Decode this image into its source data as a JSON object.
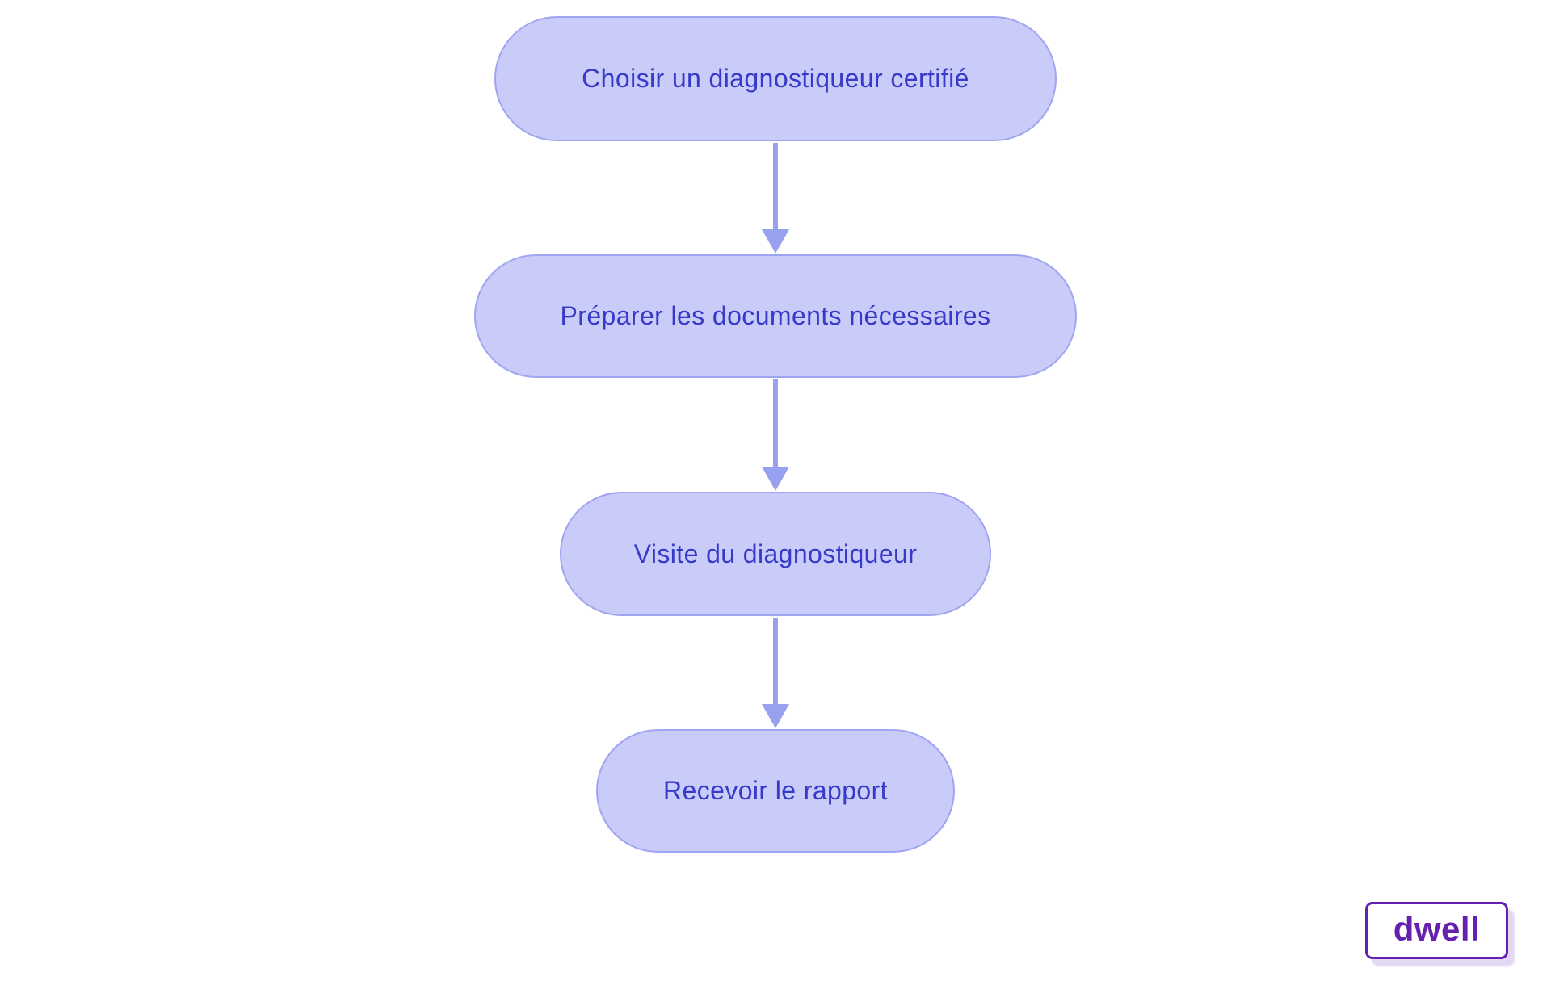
{
  "diagram": {
    "type": "flowchart",
    "direction": "top-down",
    "nodes": [
      {
        "id": "step-1",
        "shape": "pill",
        "label": "Choisir un diagnostiqueur certifié"
      },
      {
        "id": "step-2",
        "shape": "pill",
        "label": "Préparer les documents nécessaires"
      },
      {
        "id": "step-3",
        "shape": "pill",
        "label": "Visite du diagnostiqueur"
      },
      {
        "id": "step-4",
        "shape": "pill",
        "label": "Recevoir le rapport"
      }
    ],
    "edges": [
      {
        "from": "step-1",
        "to": "step-2",
        "style": "arrow-down"
      },
      {
        "from": "step-2",
        "to": "step-3",
        "style": "arrow-down"
      },
      {
        "from": "step-3",
        "to": "step-4",
        "style": "arrow-down"
      }
    ],
    "colors": {
      "node_fill": "#c9cbf9",
      "node_border": "#9fa5f0",
      "node_text": "#363ac9",
      "arrow": "#98a0f0",
      "background": "#ffffff"
    }
  },
  "branding": {
    "logo_text": "dwell",
    "logo_color": "#6520b0",
    "logo_shadow": "#e2d8f4"
  }
}
